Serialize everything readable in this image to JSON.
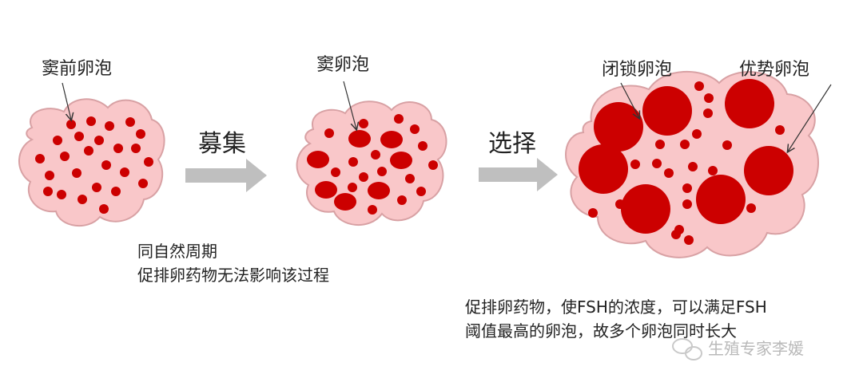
{
  "labels": {
    "preantral": "窦前卵泡",
    "antral": "窦卵泡",
    "atretic": "闭锁卵泡",
    "dominant": "优势卵泡"
  },
  "steps": {
    "recruit": "募集",
    "select": "选择"
  },
  "notes": {
    "line1": "同自然周期",
    "line2": "促排卵药物无法影响该过程",
    "line3": "促排卵药物，使FSH的浓度，可以满足FSH",
    "line4": "阈值最高的卵泡，故多个卵泡同时长大"
  },
  "watermark": "生殖专家李媛",
  "colors": {
    "cloud": "#f9c7c9",
    "cloud_stroke": "#d8a1a4",
    "follicle": "#cc0000",
    "arrow": "#bfbfbf",
    "text": "#222222"
  }
}
